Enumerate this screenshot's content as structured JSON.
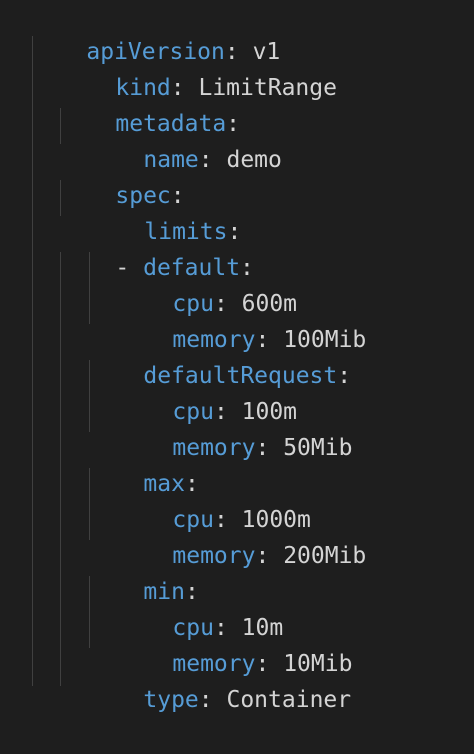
{
  "editor": {
    "language": "yaml",
    "colors": {
      "background": "#1e1e1e",
      "key": "#569cd6",
      "text": "#d4d4d4",
      "indent_guide": "#404040"
    },
    "lines": [
      {
        "key": "apiVersion",
        "sep": ":",
        "value": " v1"
      },
      {
        "key": "kind",
        "sep": ":",
        "value": " LimitRange"
      },
      {
        "key": "metadata",
        "sep": ":",
        "value": ""
      },
      {
        "key": "name",
        "sep": ":",
        "value": " demo"
      },
      {
        "key": "spec",
        "sep": ":",
        "value": ""
      },
      {
        "key": "limits",
        "sep": ":",
        "value": ""
      },
      {
        "dash": "-",
        "key": "default",
        "sep": ":",
        "value": ""
      },
      {
        "key": "cpu",
        "sep": ":",
        "value": " 600m"
      },
      {
        "key": "memory",
        "sep": ":",
        "value": " 100Mib"
      },
      {
        "key": "defaultRequest",
        "sep": ":",
        "value": ""
      },
      {
        "key": "cpu",
        "sep": ":",
        "value": " 100m"
      },
      {
        "key": "memory",
        "sep": ":",
        "value": " 50Mib"
      },
      {
        "key": "max",
        "sep": ":",
        "value": ""
      },
      {
        "key": "cpu",
        "sep": ":",
        "value": " 1000m"
      },
      {
        "key": "memory",
        "sep": ":",
        "value": " 200Mib"
      },
      {
        "key": "min",
        "sep": ":",
        "value": ""
      },
      {
        "key": "cpu",
        "sep": ":",
        "value": " 10m"
      },
      {
        "key": "memory",
        "sep": ":",
        "value": " 10Mib"
      },
      {
        "key": "type",
        "sep": ":",
        "value": " Container"
      }
    ]
  }
}
